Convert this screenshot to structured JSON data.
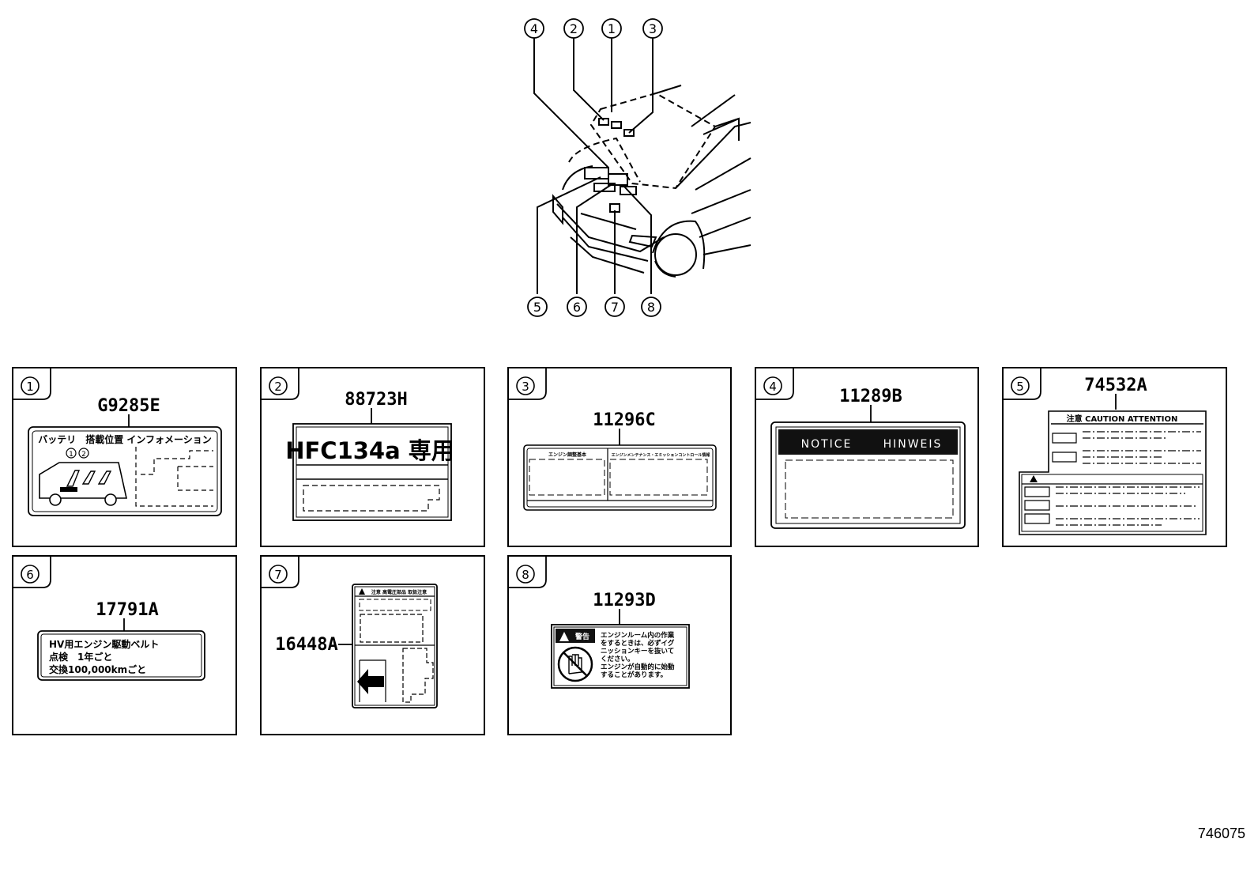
{
  "callouts": [
    "1",
    "2",
    "3",
    "4",
    "5",
    "6",
    "7",
    "8"
  ],
  "panels": [
    {
      "num": "1",
      "part": "G9285E",
      "label_text": "バッテリ　搭載位置 インフォメーション",
      "inner_callouts": [
        "1",
        "2"
      ]
    },
    {
      "num": "2",
      "part": "88723H",
      "label_text": "HFC134a 専用"
    },
    {
      "num": "3",
      "part": "11296C",
      "label_left": "エンジン調整基本",
      "label_right": "エンジンメンテナンス・エミッションコントロール情報"
    },
    {
      "num": "4",
      "part": "11289B",
      "label_left": "NOTICE",
      "label_right": "HINWEIS"
    },
    {
      "num": "5",
      "part": "74532A",
      "label_text": "注意 CAUTION ATTENTION"
    },
    {
      "num": "6",
      "part": "17791A",
      "lines": [
        "HV用エンジン駆動ベルト",
        "点検　1年ごと",
        "交換100,000kmごと"
      ]
    },
    {
      "num": "7",
      "part": "16448A",
      "label_text": "注意 高電圧部品 取扱注意"
    },
    {
      "num": "8",
      "part": "11293D",
      "warning_title": "警告",
      "lines": [
        "エンジンルーム内の作業",
        "をするときは、必ずイグ",
        "ニッションキーを抜いて",
        "ください。",
        "エンジンが自動的に始動",
        "することがあります。"
      ]
    }
  ],
  "diagram_number": "746075"
}
